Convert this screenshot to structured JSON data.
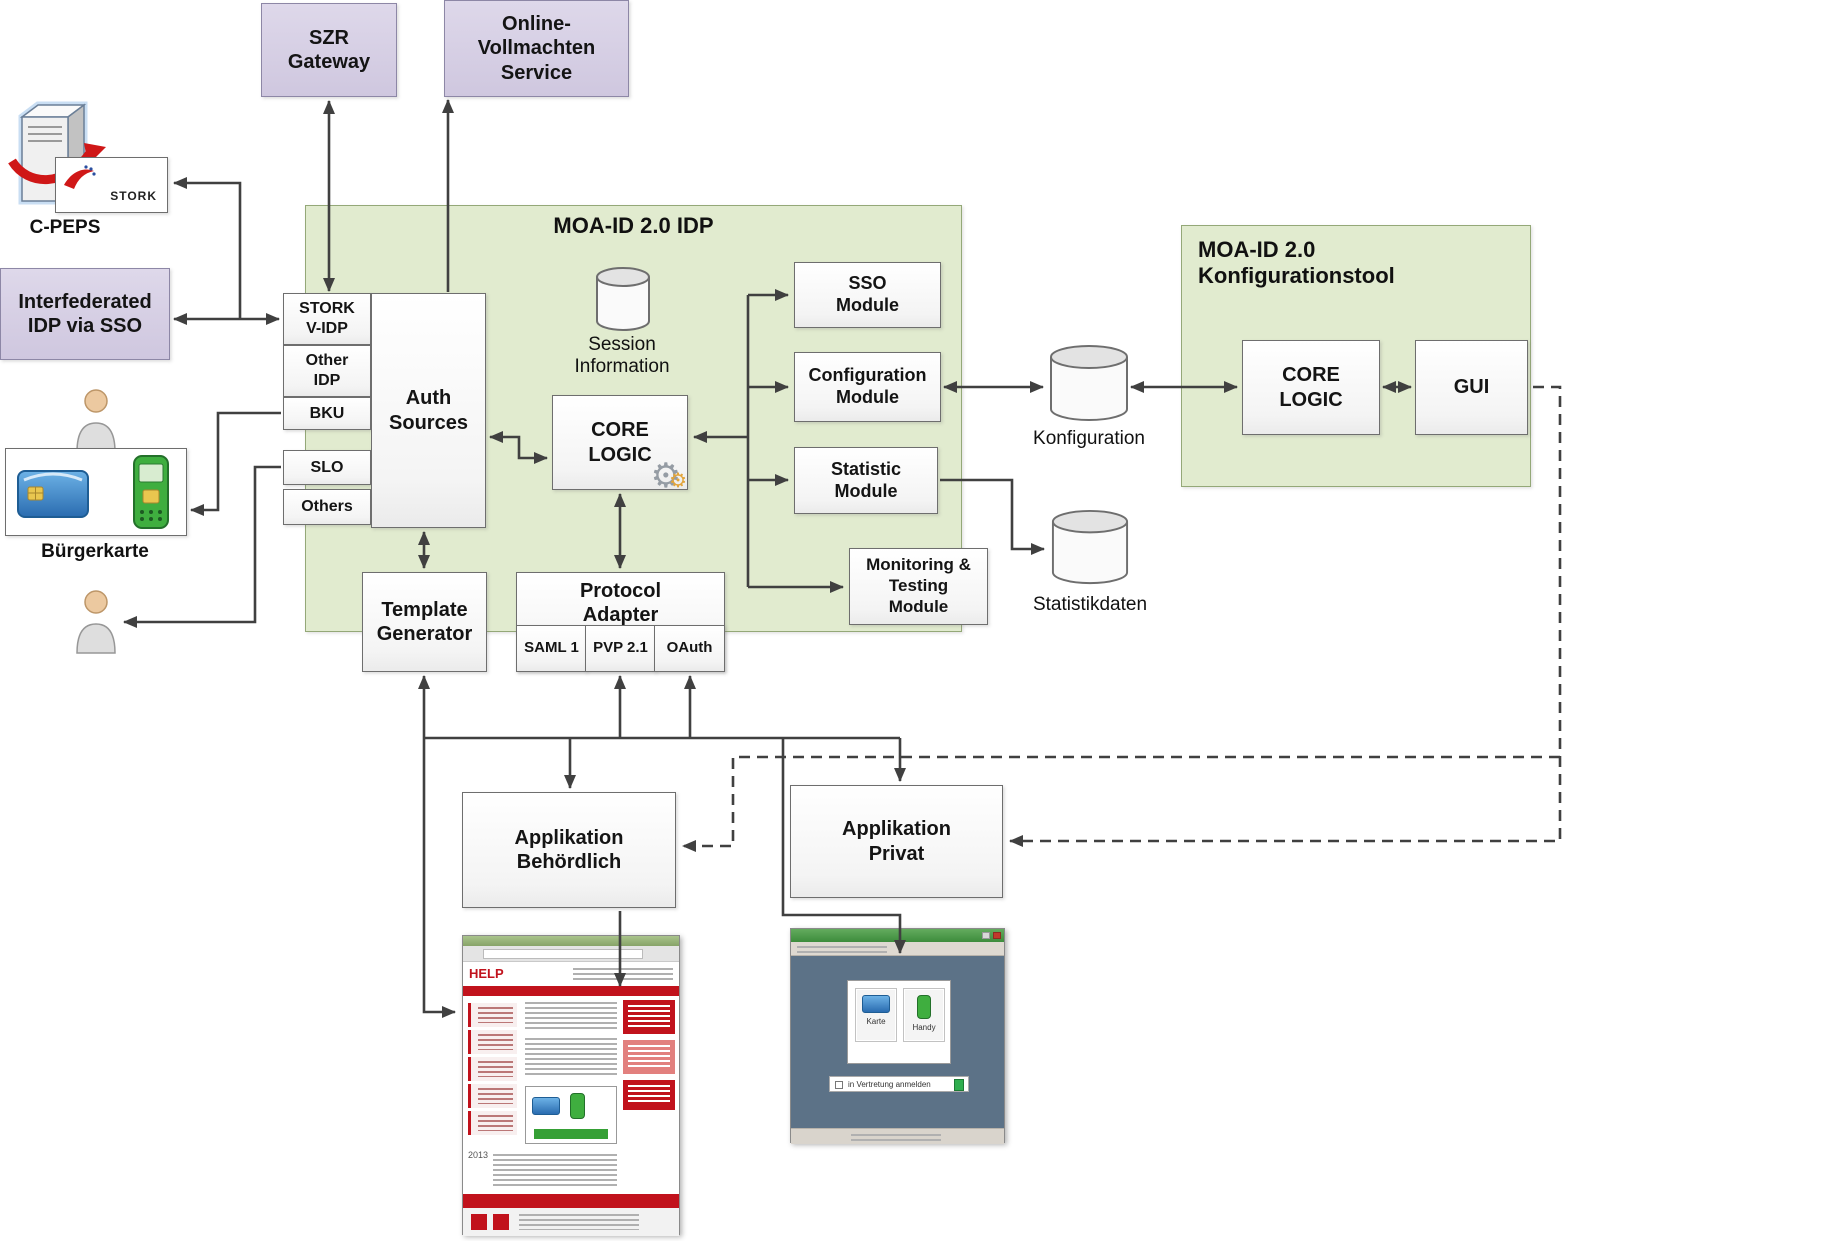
{
  "diagram": {
    "szr_gateway": "SZR\nGateway",
    "online_vollmachten": "Online-\nVollmachten\nService",
    "cpeps": "C-PEPS",
    "stork": "STORK",
    "interfederated_idp": "Interfederated\nIDP via SSO",
    "buergerkarte": "Bürgerkarte",
    "idp": {
      "title": "MOA-ID 2.0 IDP",
      "stork_vidp": "STORK\nV-IDP",
      "other_idp": "Other\nIDP",
      "bku": "BKU",
      "slo": "SLO",
      "others": "Others",
      "auth_sources": "Auth\nSources",
      "session_information": "Session\nInformation",
      "core_logic": "CORE\nLOGIC",
      "sso_module": "SSO\nModule",
      "configuration_module": "Configuration\nModule",
      "statistic_module": "Statistic\nModule",
      "monitoring_module": "Monitoring &\nTesting\nModule",
      "template_generator": "Template\nGenerator",
      "protocol_adapter": "Protocol\nAdapter",
      "protocols": {
        "saml": "SAML 1",
        "pvp": "PVP 2.1",
        "oauth": "OAuth"
      }
    },
    "konfiguration_db": "Konfiguration",
    "statistikdaten_db": "Statistikdaten",
    "konfigtool": {
      "title": "MOA-ID 2.0\nKonfigurationstool",
      "core_logic": "CORE\nLOGIC",
      "gui": "GUI"
    },
    "applikation_behoerdlich": "Applikation\nBehördlich",
    "applikation_privat": "Applikation\nPrivat",
    "help_screenshot": {
      "logo": "HELP",
      "year": "2013"
    },
    "login_screenshot": {
      "karte_button": "Karte",
      "handy_button": "Handy",
      "vertretung_checkbox": "in Vertretung anmelden"
    }
  }
}
